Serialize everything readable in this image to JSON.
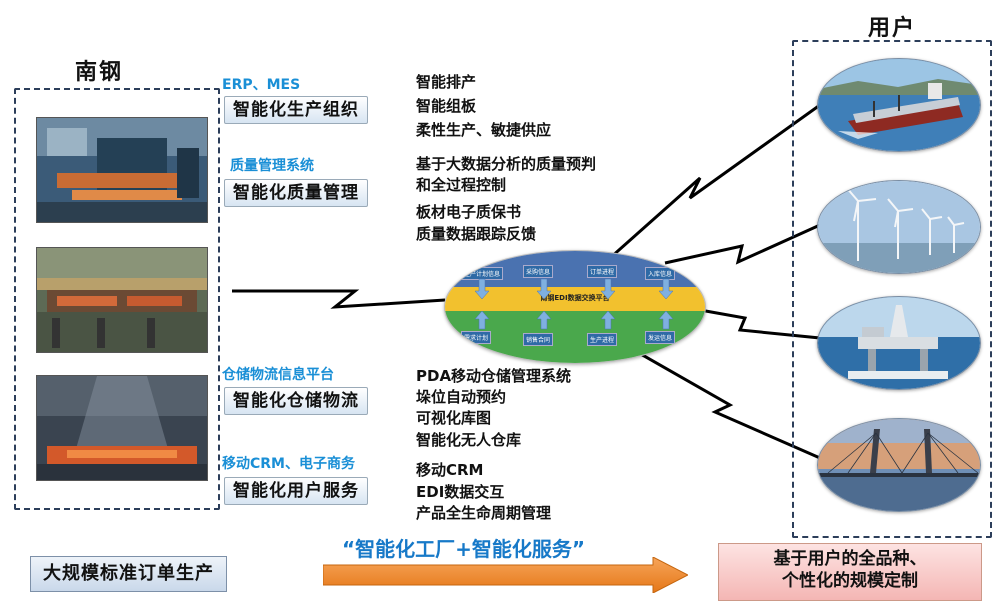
{
  "left_title": "南钢",
  "right_title": "用户",
  "sections": [
    {
      "system": "ERP、MES",
      "category": "智能化生产组织",
      "features": [
        "智能排产",
        "智能组板",
        "柔性生产、敏捷供应"
      ]
    },
    {
      "system": "质量管理系统",
      "category": "智能化质量管理",
      "features": [
        "基于大数据分析的质量预判",
        "和全过程控制",
        "板材电子质保书",
        "质量数据跟踪反馈"
      ]
    },
    {
      "system": "仓储物流信息平台",
      "category": "智能化仓储物流",
      "features": [
        "PDA移动仓储管理系统",
        "垛位自动预约",
        "可视化库图",
        "智能化无人仓库"
      ]
    },
    {
      "system": "移动CRM、电子商务",
      "category": "智能化用户服务",
      "features": [
        "移动CRM",
        "EDI数据交互",
        "产品全生命周期管理"
      ]
    }
  ],
  "edi_platform": {
    "center_label": "南钢EDI数据交换平台",
    "top_nodes": [
      "生产计划信息",
      "采购信息",
      "订单进程",
      "入库信息"
    ],
    "bottom_nodes": [
      "需求计划",
      "销售合同",
      "生产进程",
      "发运信息"
    ]
  },
  "users": [
    "ship",
    "wind-turbines",
    "offshore-platform",
    "bridge"
  ],
  "bottom": {
    "left_banner": "大规模标准订单生产",
    "slogan": "“智能化工厂+智能化服务”",
    "right_banner_line1": "基于用户的全品种、",
    "right_banner_line2": "个性化的规模定制"
  },
  "colors": {
    "system_text": "#1a8fd6",
    "slogan_text": "#1779c8",
    "arrow_orange": "#f08a2c"
  }
}
